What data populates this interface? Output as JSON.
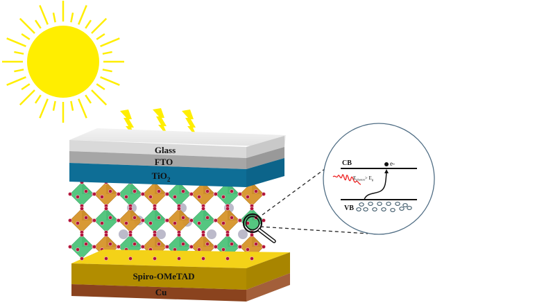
{
  "diagram": {
    "title": "Perovskite solar cell structure",
    "layers_top": [
      {
        "name": "glass",
        "label": "Glass",
        "color": "#d9d9d9",
        "top_color": "#ececec",
        "side_color": "#c8c8c8"
      },
      {
        "name": "fto",
        "label": "FTO",
        "color": "#a6a6a6",
        "side_color": "#989898"
      },
      {
        "name": "tio2",
        "label": "TiO",
        "subscript": "2",
        "color": "#0e6e96",
        "side_color": "#0c6186"
      }
    ],
    "perovskite": {
      "label": "",
      "octahedra_colors": [
        "#4cc37a",
        "#d6942a"
      ],
      "atom_color": "#b0143a",
      "cation_color": "#a5a3b8"
    },
    "layers_bottom": [
      {
        "name": "spiro-ometad",
        "label": "Spiro-OMeTAD",
        "color": "#b48f00",
        "top_color": "#f4d218",
        "side_color": "#a98600"
      },
      {
        "name": "cu",
        "label": "Cu",
        "color": "#8d4520",
        "side_color": "#9e5a34"
      }
    ],
    "sun": {
      "color": "#ffee00"
    },
    "lightning_count": 3,
    "lightning_color": "#ffee00",
    "magnifier_icon": "magnifying-glass-icon",
    "band_diagram": {
      "cb_label": "CB",
      "vb_label": "VB",
      "electron_label": "e-",
      "photon_label_main": "E",
      "photon_label_sub": "photon",
      "photon_label_rel": "> E",
      "photon_label_sub2": "g",
      "photon_color": "#ee2222",
      "holes_count": 13,
      "circle_color": "#4f6d84"
    }
  }
}
